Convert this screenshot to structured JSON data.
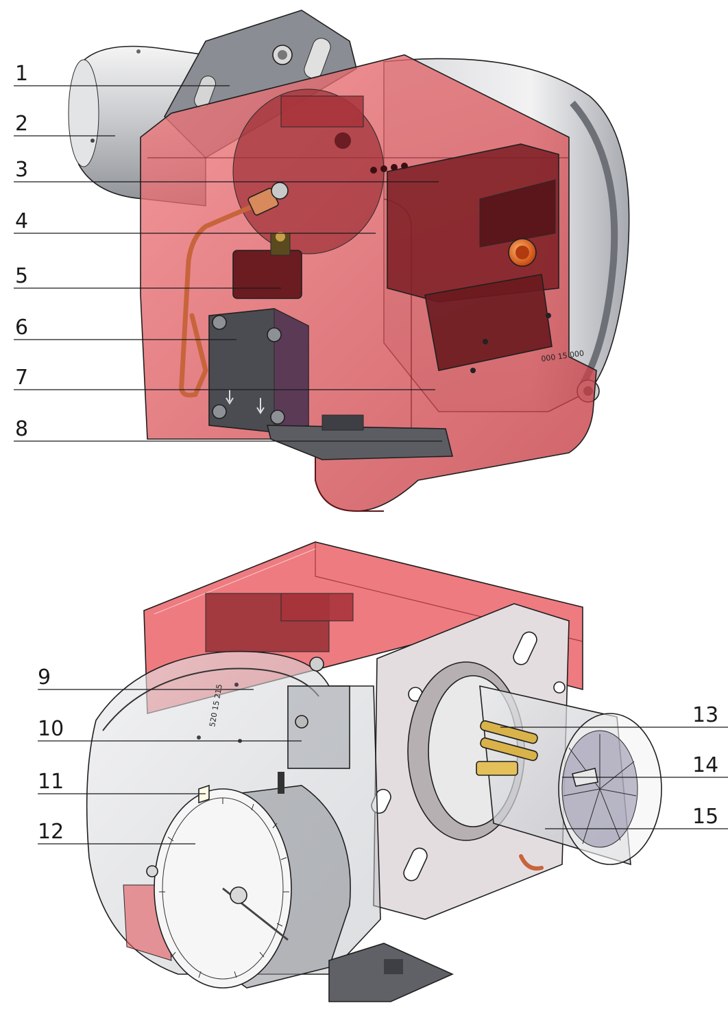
{
  "figure": {
    "upper_view": {
      "callouts": [
        "1",
        "2",
        "3",
        "4",
        "5",
        "6",
        "7",
        "8"
      ]
    },
    "lower_view": {
      "callouts": [
        "9",
        "10",
        "11",
        "12",
        "13",
        "14",
        "15"
      ]
    },
    "colors": {
      "cover_red": "#e8484f",
      "cover_red_dark": "#8f2a30",
      "metal_gray": "#9ea2a8",
      "dark_metal": "#4a4c52",
      "copper": "#c8643c",
      "brass": "#d9b24a",
      "orange_lens": "#e8641c"
    }
  }
}
